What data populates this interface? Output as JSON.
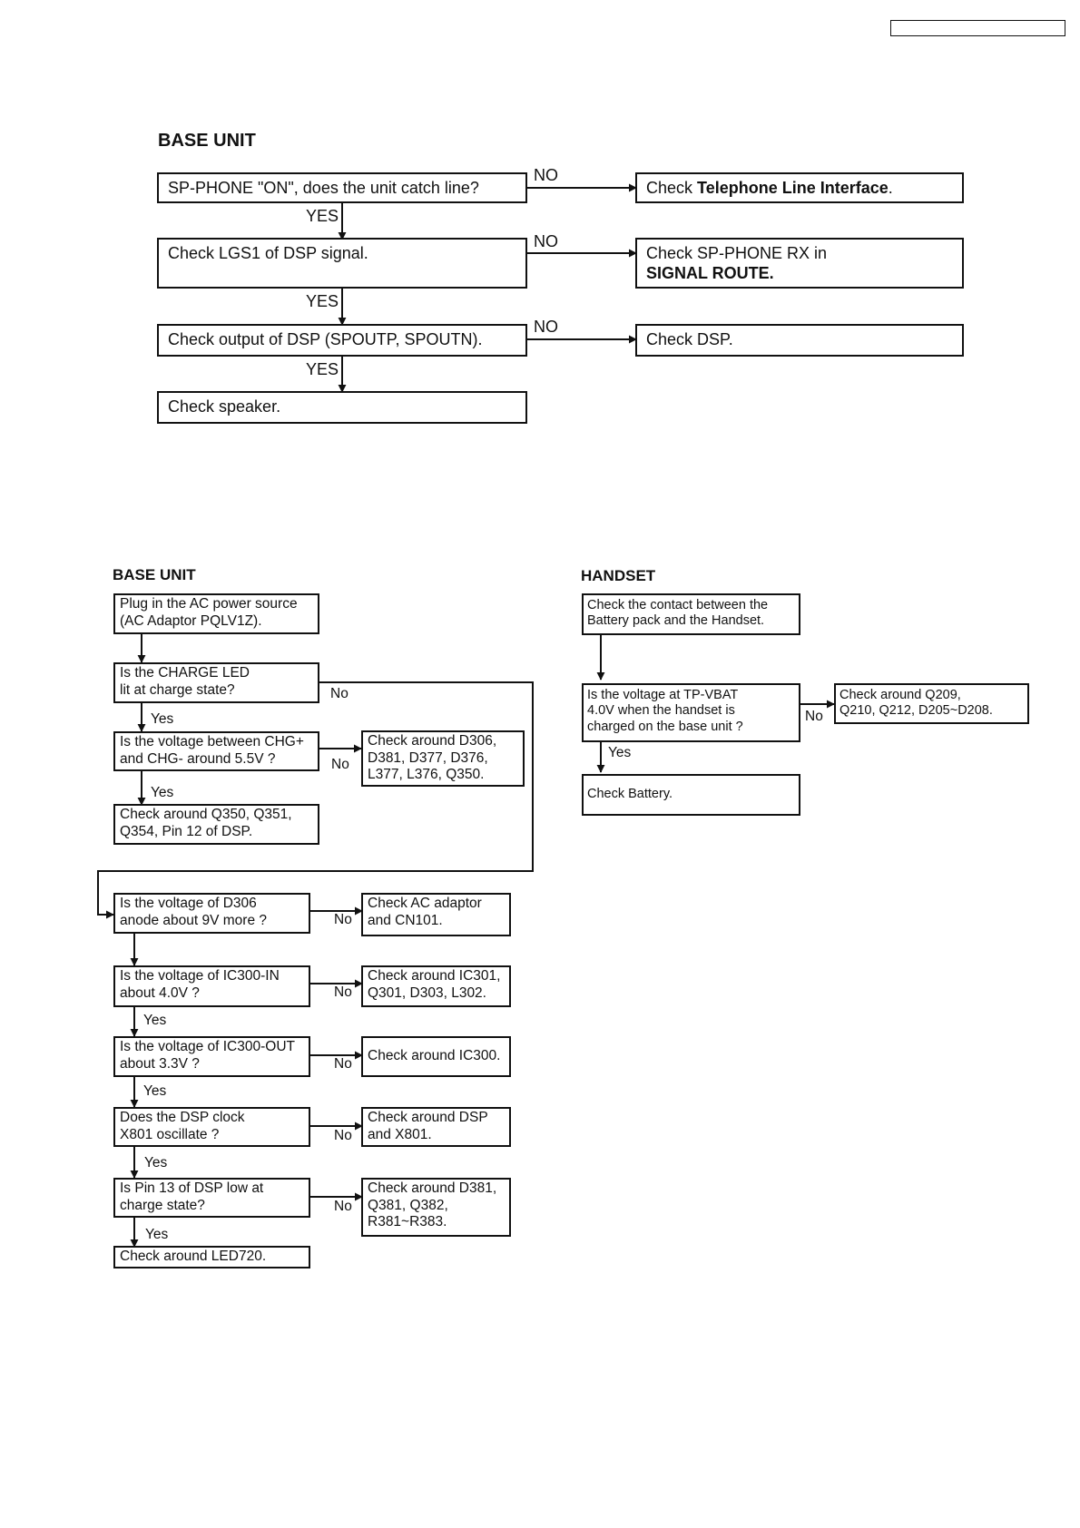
{
  "section1": {
    "heading": "BASE UNIT",
    "boxes": {
      "catch_line": "SP-PHONE \"ON\", does the unit catch line?",
      "check_lgs1": "Check LGS1 of DSP signal.",
      "check_output": "Check output of DSP (SPOUTP, SPOUTN).",
      "check_speaker": "Check speaker.",
      "tel_line_prefix": "Check ",
      "tel_line_bold": "Telephone Line Interface",
      "tel_line_suffix": ".",
      "sp_rx_line1": "Check SP-PHONE RX in",
      "sp_rx_line2": "SIGNAL ROUTE.",
      "check_dsp": "Check DSP."
    },
    "labels": {
      "yes": "YES",
      "no": "NO"
    }
  },
  "section2": {
    "heading": "BASE UNIT",
    "boxes": {
      "plug_ac": [
        "Plug in the AC power source",
        "(AC Adaptor PQLV1Z)."
      ],
      "charge_led": [
        "Is the CHARGE LED",
        "lit at charge state?"
      ],
      "chg_voltage": [
        "Is the voltage between CHG+",
        "and CHG- around 5.5V ?"
      ],
      "check_d306": [
        "Check around D306,",
        "D381, D377, D376,",
        "L377, L376, Q350."
      ],
      "check_q350": [
        "Check around Q350, Q351,",
        "Q354, Pin 12 of DSP."
      ],
      "d306_voltage": [
        "Is the voltage of D306",
        "anode about 9V more ?"
      ],
      "check_ac": [
        "Check AC adaptor",
        "and CN101."
      ],
      "ic300_in": [
        "Is the voltage of IC300-IN",
        "about 4.0V ?"
      ],
      "check_ic301": [
        "Check around IC301,",
        "Q301, D303, L302."
      ],
      "ic300_out": [
        "Is the voltage of IC300-OUT",
        "about 3.3V ?"
      ],
      "check_ic300": [
        "Check around IC300."
      ],
      "dsp_clock": [
        "Does the DSP clock",
        "X801 oscillate ?"
      ],
      "check_dsp_x801": [
        "Check around DSP",
        "and X801."
      ],
      "pin13": [
        "Is Pin 13 of DSP low at",
        "charge state?"
      ],
      "check_d381": [
        "Check around D381,",
        "Q381, Q382,",
        "R381~R383."
      ],
      "check_led720": [
        "Check around LED720."
      ]
    },
    "labels": {
      "yes": "Yes",
      "no": "No"
    }
  },
  "section3": {
    "heading": "HANDSET",
    "boxes": {
      "contact": [
        "Check the contact between the",
        "Battery pack and the Handset."
      ],
      "vbat": [
        "Is the voltage at TP-VBAT",
        "4.0V when the handset is",
        "charged on the base unit ?"
      ],
      "check_q209": [
        "Check around  Q209,",
        "Q210, Q212, D205~D208."
      ],
      "check_battery": [
        "Check Battery."
      ]
    },
    "labels": {
      "yes": "Yes",
      "no": "No"
    }
  }
}
